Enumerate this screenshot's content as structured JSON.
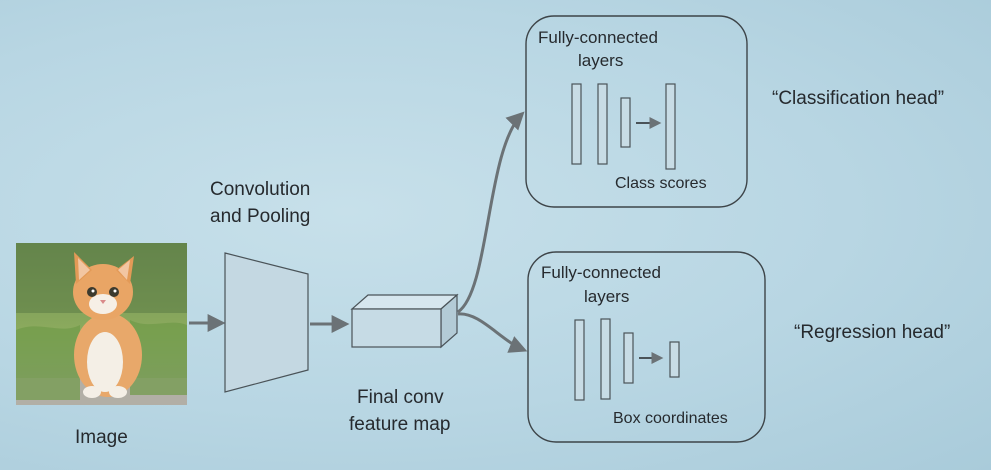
{
  "image": {
    "label": "Image"
  },
  "backbone": {
    "label_line1": "Convolution",
    "label_line2": "and Pooling"
  },
  "feature_map": {
    "label_line1": "Final conv",
    "label_line2": "feature map"
  },
  "heads": [
    {
      "box_title_line1": "Fully-connected",
      "box_title_line2": "layers",
      "output_label": "Class scores",
      "head_name": "“Classification head”"
    },
    {
      "box_title_line1": "Fully-connected",
      "box_title_line2": "layers",
      "output_label": "Box coordinates",
      "head_name": "“Regression head”"
    }
  ],
  "colors": {
    "shape_fill": "#c9dde6",
    "shape_stroke": "#4a5358",
    "arrow": "#6b7276",
    "box_stroke": "#3d4448"
  }
}
